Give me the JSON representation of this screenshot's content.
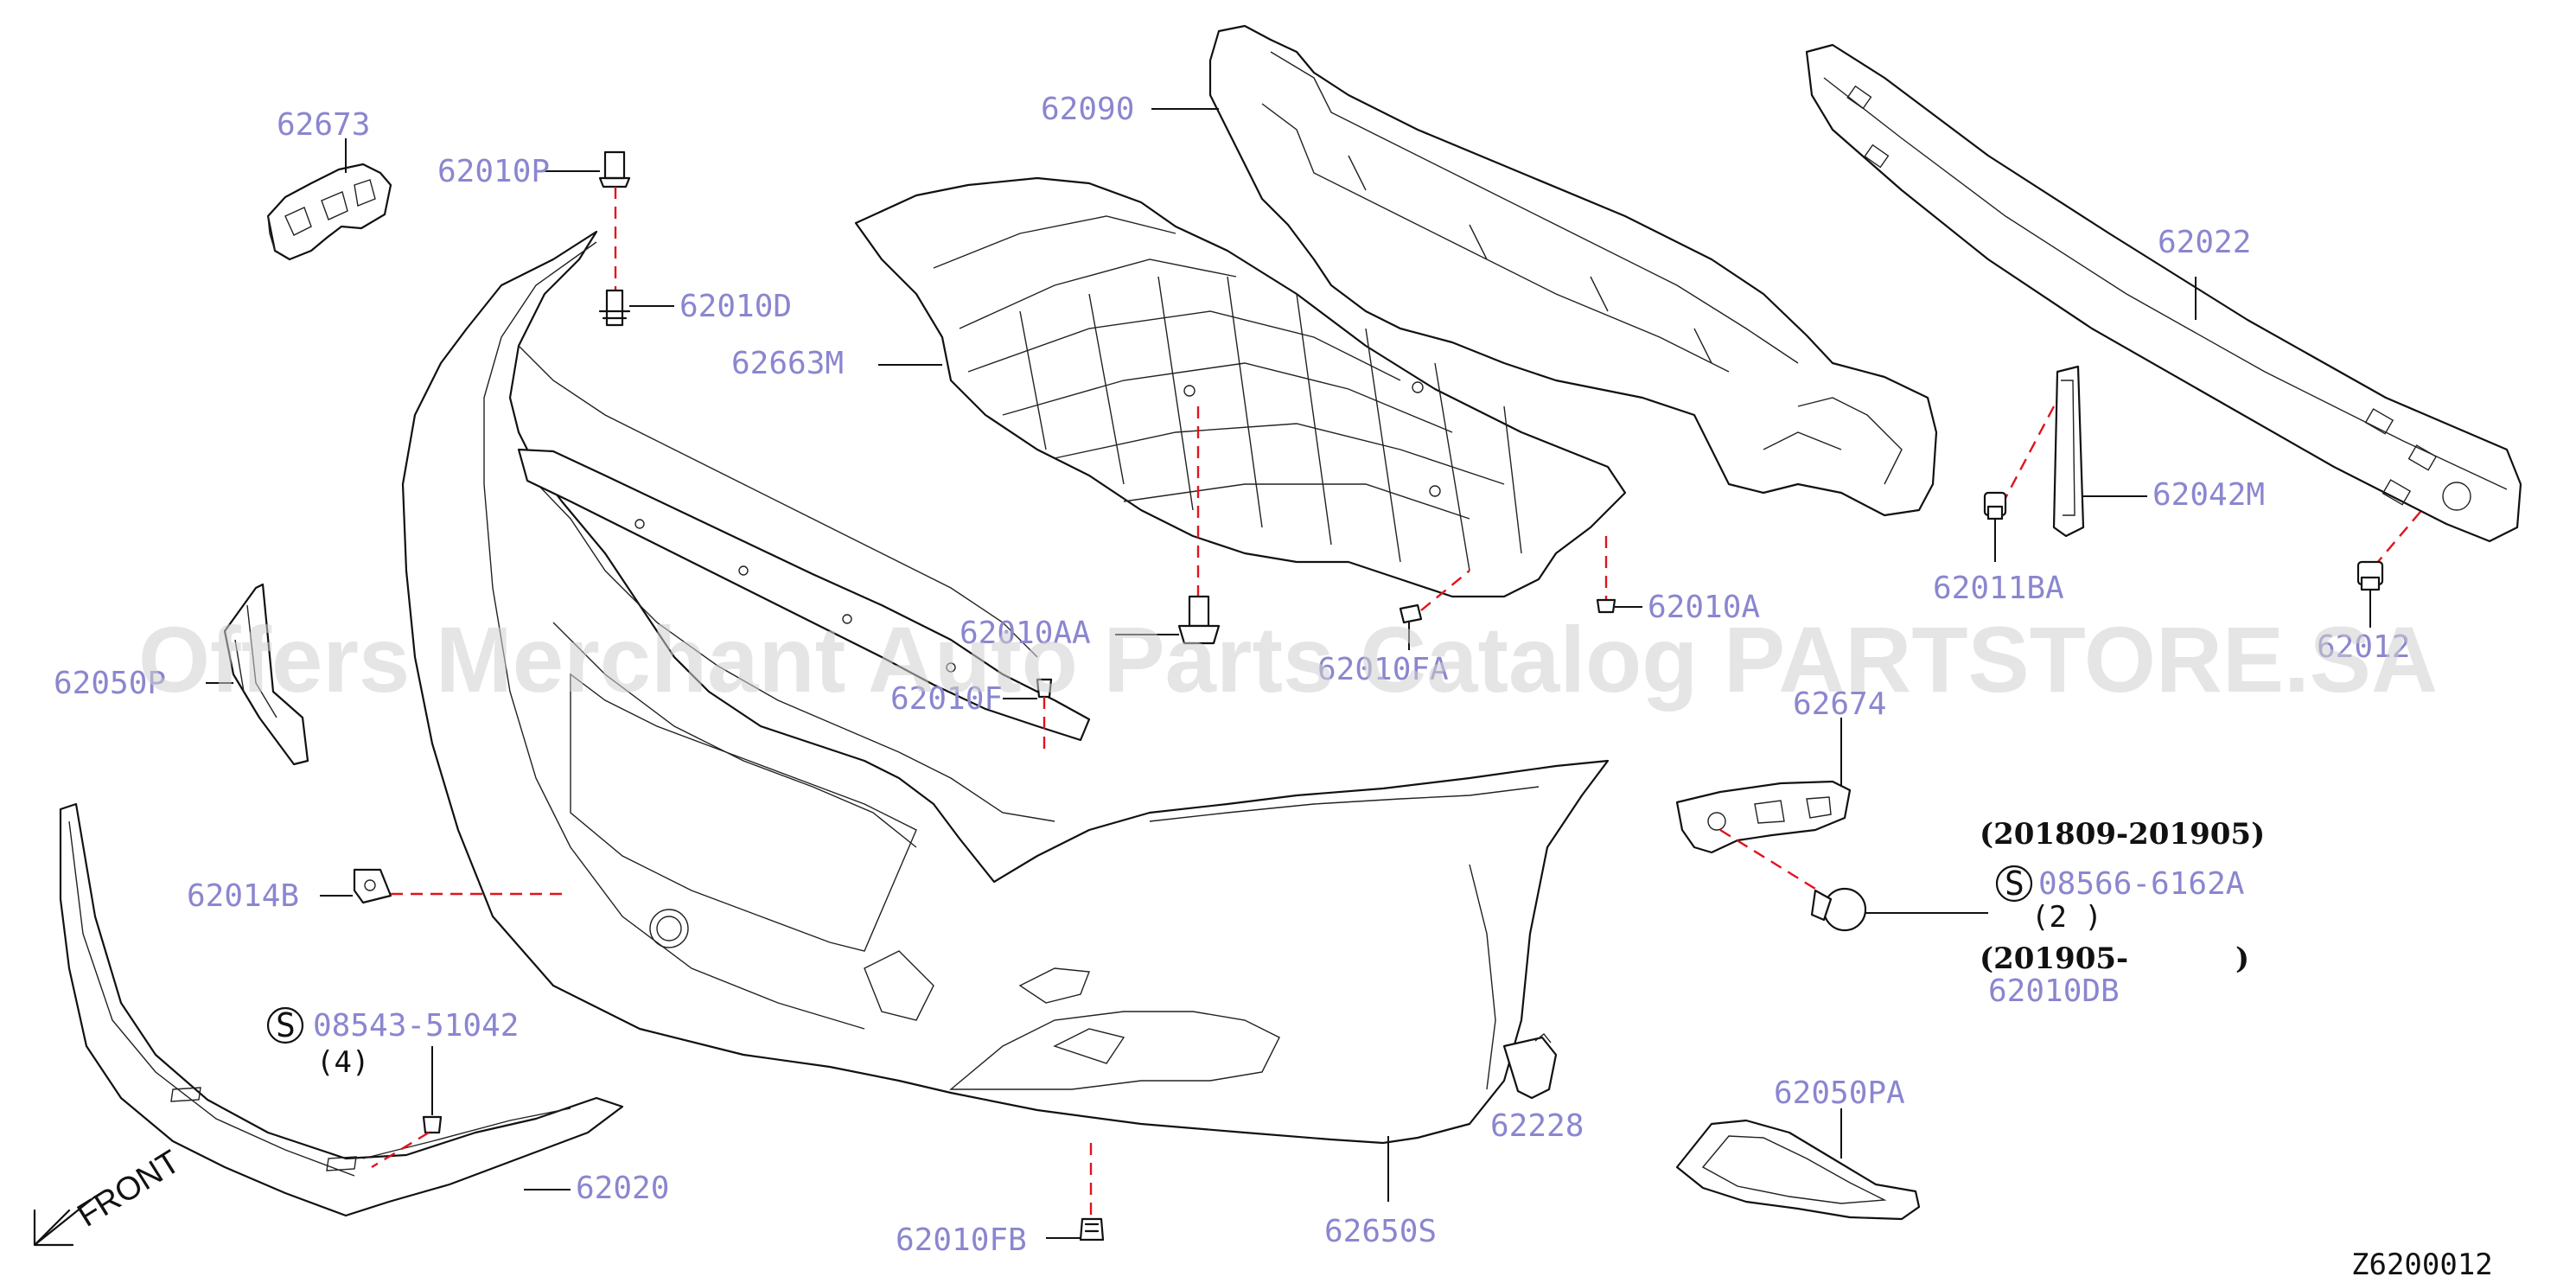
{
  "watermark": "Offers Merchant Auto Parts Catalog PARTSTORE.SA",
  "diagram_code": "Z6200012",
  "front_label": "FRONT",
  "colors": {
    "label": "#8a86cf",
    "line": "#111111",
    "dashed_leader": "#e0141e",
    "watermark": "#cfcfcf"
  },
  "parts": {
    "p62673": "62673",
    "p62010P": "62010P",
    "p62010D": "62010D",
    "p62090": "62090",
    "p62663M": "62663M",
    "p62022": "62022",
    "p62042M": "62042M",
    "p62011BA": "62011BA",
    "p62012": "62012",
    "p62010AA": "62010AA",
    "p62010A": "62010A",
    "p62010FA": "62010FA",
    "p62010F": "62010F",
    "p62050P": "62050P",
    "p62674": "62674",
    "p62014B": "62014B",
    "p62010DB": "62010DB",
    "p62228": "62228",
    "p62050PA": "62050PA",
    "p62020": "62020",
    "p62010FB": "62010FB",
    "p62650S": "62650S"
  },
  "fasteners": {
    "std1_symbol": "S",
    "std1_code": "08543-51042",
    "std1_qty": "(4)",
    "std2_symbol": "S",
    "std2_code": "08566-6162A",
    "std2_qty": "(2 )"
  },
  "date_ranges": {
    "range1": "(201809-201905)",
    "range2_open": "(201905-",
    "range2_close": ")"
  }
}
